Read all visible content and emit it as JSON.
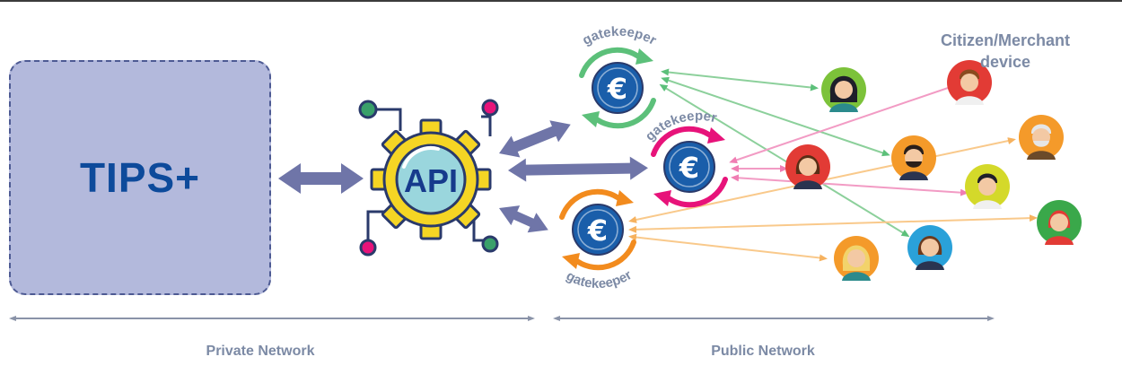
{
  "tips_label": "TIPS+",
  "api_label": "API",
  "gatekeeper_label": "gatekeeper",
  "device_label_line1": "Citizen/Merchant",
  "device_label_line2": "device",
  "private_network_label": "Private Network",
  "public_network_label": "Public Network",
  "icons": {
    "api": "gear-icon",
    "gatekeeper": "euro-icon",
    "device": "avatar-icon"
  },
  "colors": {
    "tips_fill": "#b3b9dc",
    "tips_border": "#4d5a93",
    "tips_text": "#0d4a9b",
    "connector": "#6f75a8",
    "gatekeeper_green": "#5cc07a",
    "gatekeeper_pink": "#e7137a",
    "gatekeeper_orange": "#f28b1e",
    "euro_blue": "#1a5eaa",
    "label_gray": "#7c8aa5",
    "link_green": "#8cd09b",
    "link_pink": "#f29bc4",
    "link_orange": "#f9c98b"
  }
}
